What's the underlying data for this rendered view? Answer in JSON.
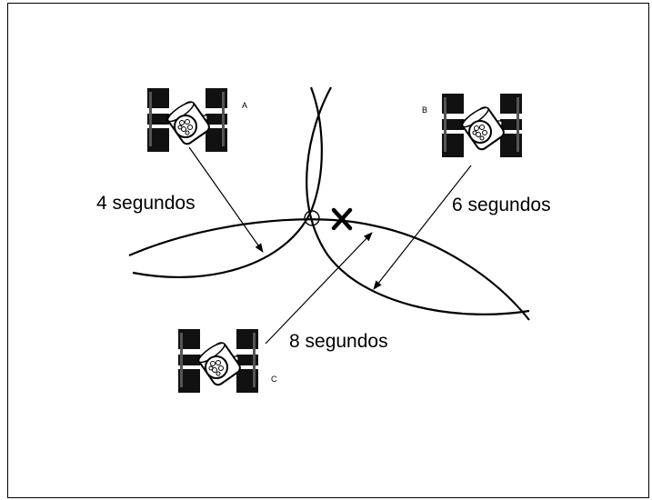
{
  "satellites": [
    {
      "id": "A",
      "time_label": "4 segundos"
    },
    {
      "id": "B",
      "time_label": "6 segundos"
    },
    {
      "id": "C",
      "time_label": "8 segundos"
    }
  ],
  "colors": {
    "stroke": "#000000",
    "background": "#ffffff"
  },
  "marker_icon": "x-mark"
}
